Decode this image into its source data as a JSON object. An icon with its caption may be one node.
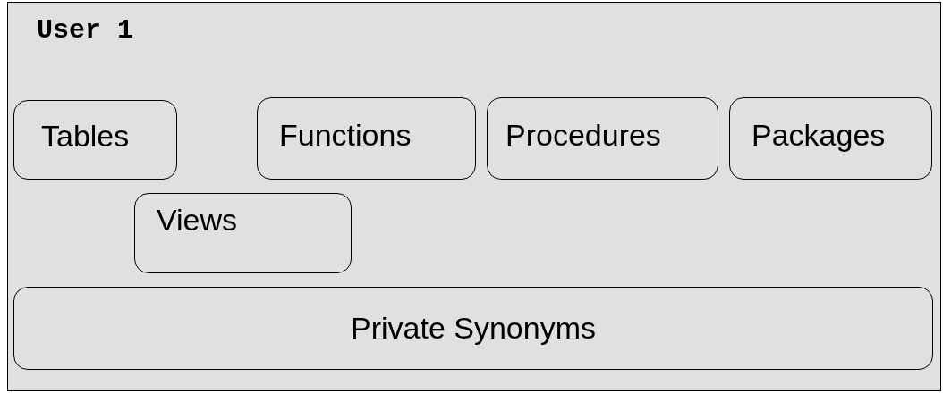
{
  "diagram": {
    "nodes": [
      {
        "text": [
          "User 1"
        ]
      },
      {
        "text": [
          "Tables"
        ],
        "in": 0
      },
      {
        "text": [
          "Functions"
        ],
        "in": 0
      },
      {
        "text": [
          "Procedures"
        ],
        "in": 0
      },
      {
        "text": [
          "Packages"
        ],
        "in": 0
      },
      {
        "text": [
          "Views"
        ],
        "in": 0
      },
      {
        "text": [
          "Private Synonyms"
        ],
        "in": 0
      }
    ]
  }
}
